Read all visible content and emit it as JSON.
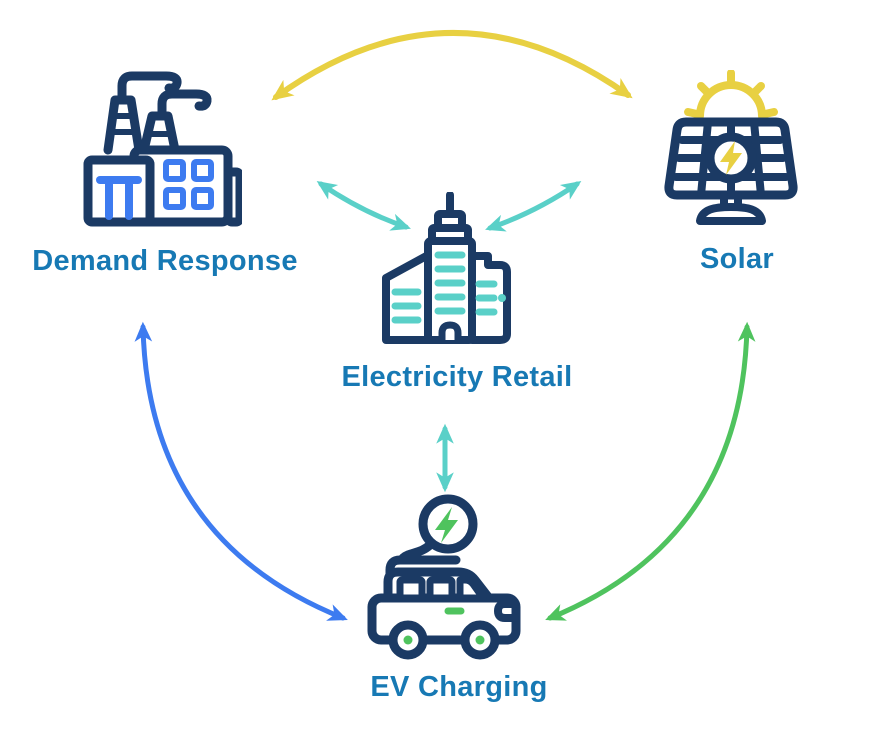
{
  "diagram": {
    "type": "relationship-diagram",
    "background": "#ffffff",
    "nodes": [
      {
        "id": "demand-response",
        "label": "Demand Response",
        "icon": "factory-icon"
      },
      {
        "id": "electricity-retail",
        "label": "Electricity Retail",
        "icon": "city-buildings-icon"
      },
      {
        "id": "solar",
        "label": "Solar",
        "icon": "solar-panel-icon"
      },
      {
        "id": "ev-charging",
        "label": "EV Charging",
        "icon": "ev-car-icon"
      }
    ],
    "edges": [
      {
        "from": "demand-response",
        "to": "solar",
        "bidirectional": true,
        "color": "#e8d042",
        "style": "curved"
      },
      {
        "from": "electricity-retail",
        "to": "demand-response",
        "bidirectional": true,
        "color": "#5ad0c8",
        "style": "curved"
      },
      {
        "from": "electricity-retail",
        "to": "solar",
        "bidirectional": true,
        "color": "#5ad0c8",
        "style": "curved"
      },
      {
        "from": "electricity-retail",
        "to": "ev-charging",
        "bidirectional": true,
        "color": "#5ad0c8",
        "style": "straight"
      },
      {
        "from": "demand-response",
        "to": "ev-charging",
        "bidirectional": true,
        "color": "#3d7bf0",
        "style": "curved"
      },
      {
        "from": "solar",
        "to": "ev-charging",
        "bidirectional": true,
        "color": "#4fc35e",
        "style": "curved"
      }
    ]
  },
  "colors": {
    "navy": "#1b3a64",
    "blue": "#3d7bf0",
    "teal": "#5ad0c8",
    "yellow": "#e8d042",
    "green": "#4fc35e",
    "label": "#1779b4",
    "bg": "#ffffff"
  }
}
